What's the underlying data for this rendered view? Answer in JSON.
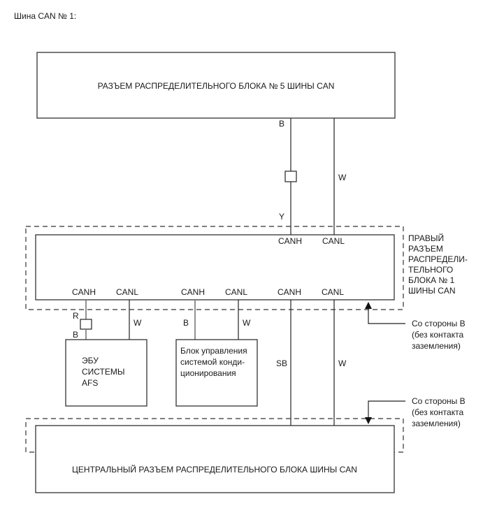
{
  "title": "Шина CAN № 1:",
  "components": {
    "junction5": "РАЗЪЕМ РАСПРЕДЕЛИТЕЛЬНОГО БЛОКА № 5 ШИНЫ CAN",
    "right_junction1_lines": [
      "ПРАВЫЙ",
      "РАЗЪЕМ",
      "РАСПРЕДЕЛИ-",
      "ТЕЛЬНОГО",
      "БЛОКА № 1",
      "ШИНЫ CAN"
    ],
    "afs_ecu_lines": [
      "ЭБУ",
      "СИСТЕМЫ",
      "AFS"
    ],
    "ac_unit_lines": [
      "Блок управления",
      "системой конди-",
      "ционирования"
    ],
    "central_junction": "ЦЕНТРАЛЬНЫЙ РАЗЪЕМ РАСПРЕДЕЛИТЕЛЬНОГО БЛОКА ШИНЫ CAN"
  },
  "pins": {
    "top_canh": "CANH",
    "top_canl": "CANL",
    "bottom": [
      "CANH",
      "CANL",
      "CANH",
      "CANL",
      "CANH",
      "CANL"
    ]
  },
  "wire_colors": {
    "top_canh_upper": "B",
    "top_canh_lower": "Y",
    "top_canl": "W",
    "afs_canh_upper": "R",
    "afs_canh_lower": "B",
    "afs_canl": "W",
    "ac_canh": "B",
    "ac_canl": "W",
    "central_canh": "SB",
    "central_canl": "W"
  },
  "notes": {
    "side_b_upper_lines": [
      "Со стороны B",
      "(без контакта",
      "заземления)"
    ],
    "side_b_lower_lines": [
      "Со стороны B",
      "(без контакта",
      "заземления)"
    ]
  }
}
